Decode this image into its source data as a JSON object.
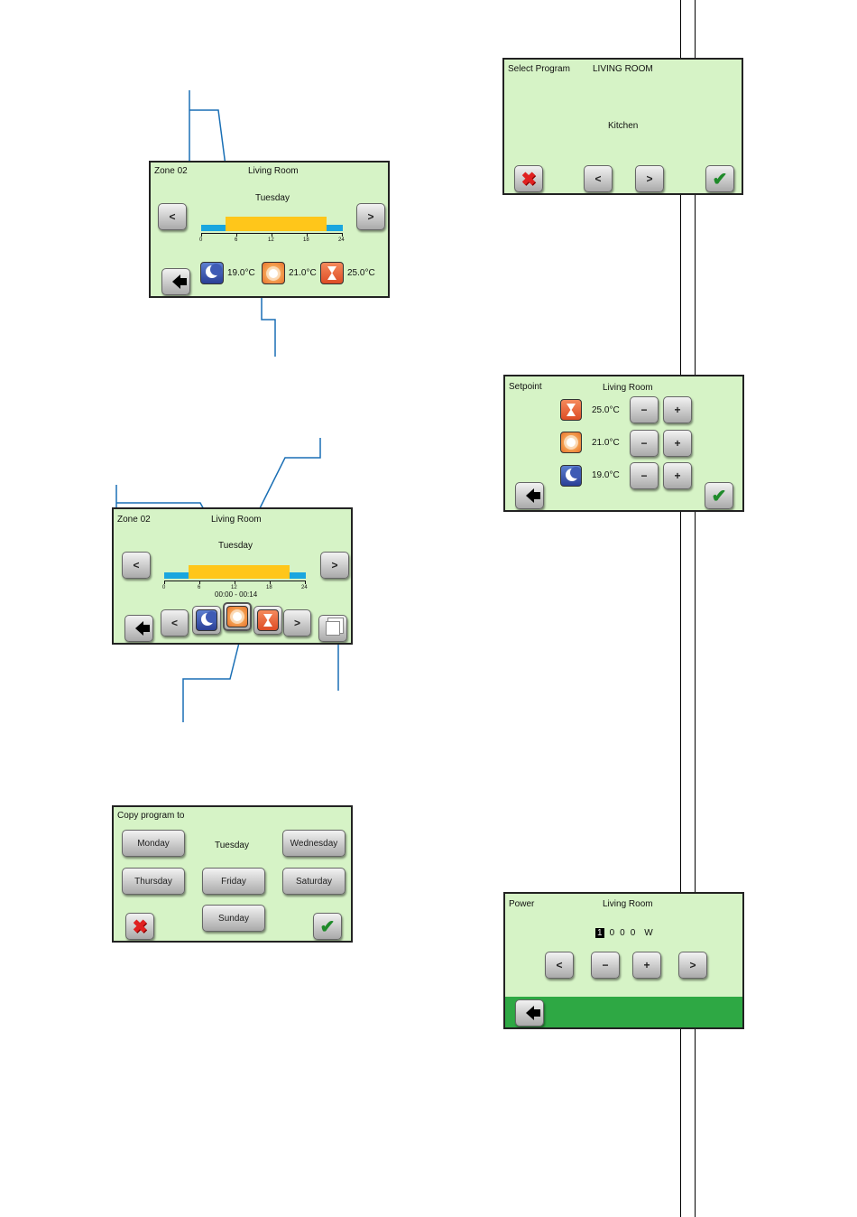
{
  "screen1": {
    "zone": "Zone 02",
    "room": "Living Room",
    "day": "Tuesday",
    "prev": "<",
    "next": ">",
    "ticks": [
      "0",
      "6",
      "12",
      "18",
      "24"
    ],
    "temp_moon": "19.0°C",
    "temp_sun": "21.0°C",
    "temp_glass": "25.0°C"
  },
  "screen2": {
    "zone": "Zone 02",
    "room": "Living Room",
    "day": "Tuesday",
    "prev": "<",
    "next": ">",
    "ticks": [
      "0",
      "6",
      "12",
      "18",
      "24"
    ],
    "time_range": "00:00 - 00:14",
    "mode_prev": "<",
    "mode_next": ">"
  },
  "screen3": {
    "title": "Copy program to",
    "source_day": "Tuesday",
    "days": [
      "Monday",
      "Wednesday",
      "Thursday",
      "Friday",
      "Saturday",
      "Sunday"
    ]
  },
  "screen4": {
    "title": "Select Program",
    "room": "LIVING ROOM",
    "program": "Kitchen",
    "prev": "<",
    "next": ">"
  },
  "screen5": {
    "title": "Setpoint",
    "room": "Living Room",
    "rows": [
      {
        "icon": "hourglass-icon",
        "value": "25.0°C"
      },
      {
        "icon": "sun-icon",
        "value": "21.0°C"
      },
      {
        "icon": "moon-icon",
        "value": "19.0°C"
      }
    ],
    "minus": "−",
    "plus": "+"
  },
  "screen6": {
    "title": "Power",
    "room": "Living Room",
    "digits": [
      "1",
      "0",
      "0",
      "0"
    ],
    "unit": "W",
    "prev": "<",
    "minus": "−",
    "plus": "+",
    "next": ">"
  },
  "colors": {
    "screen_bg": "#d6f3c6",
    "bar_yellow": "#ffc61a",
    "bar_blue": "#1aa6df",
    "footer_green": "#2ea844",
    "callout": "#1a6fb5"
  }
}
